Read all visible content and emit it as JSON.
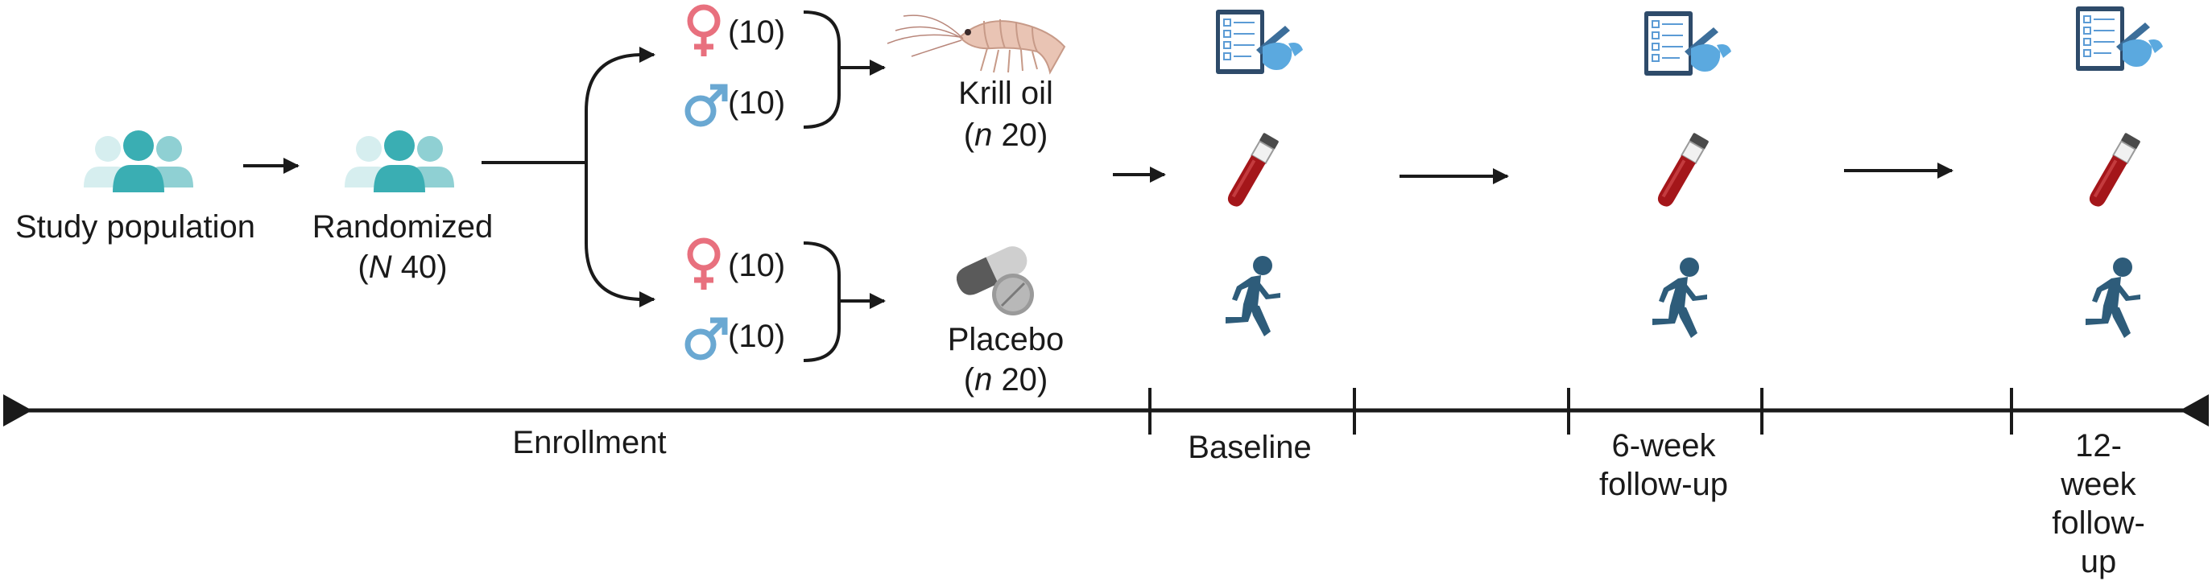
{
  "population": {
    "label": "Study population"
  },
  "randomized": {
    "label": "Randomized",
    "n_symbol": "N",
    "n_value": "40"
  },
  "groups": [
    {
      "name": "Krill oil",
      "n_symbol": "n",
      "n_value": "20",
      "female_count": "(10)",
      "male_count": "(10)"
    },
    {
      "name": "Placebo",
      "n_symbol": "n",
      "n_value": "20",
      "female_count": "(10)",
      "male_count": "(10)"
    }
  ],
  "timeline": {
    "phases": [
      "Enrollment",
      "Baseline",
      "6-week\nfollow-up",
      "12-week\nfollow-up"
    ]
  },
  "icons": {
    "population": "people-group-icon",
    "female": "female-symbol-icon",
    "male": "male-symbol-icon",
    "krill": "krill-icon",
    "placebo": "pills-icon",
    "questionnaire": "questionnaire-icon",
    "blood": "blood-tube-icon",
    "runner": "runner-icon"
  },
  "colors": {
    "people": "#3aaeb3",
    "female": "#e8707e",
    "male": "#6aa8d2",
    "blood": "#a4161a",
    "runner": "#2e5c7a",
    "clipboard": "#2e6fa3",
    "line": "#1a1a1a"
  }
}
